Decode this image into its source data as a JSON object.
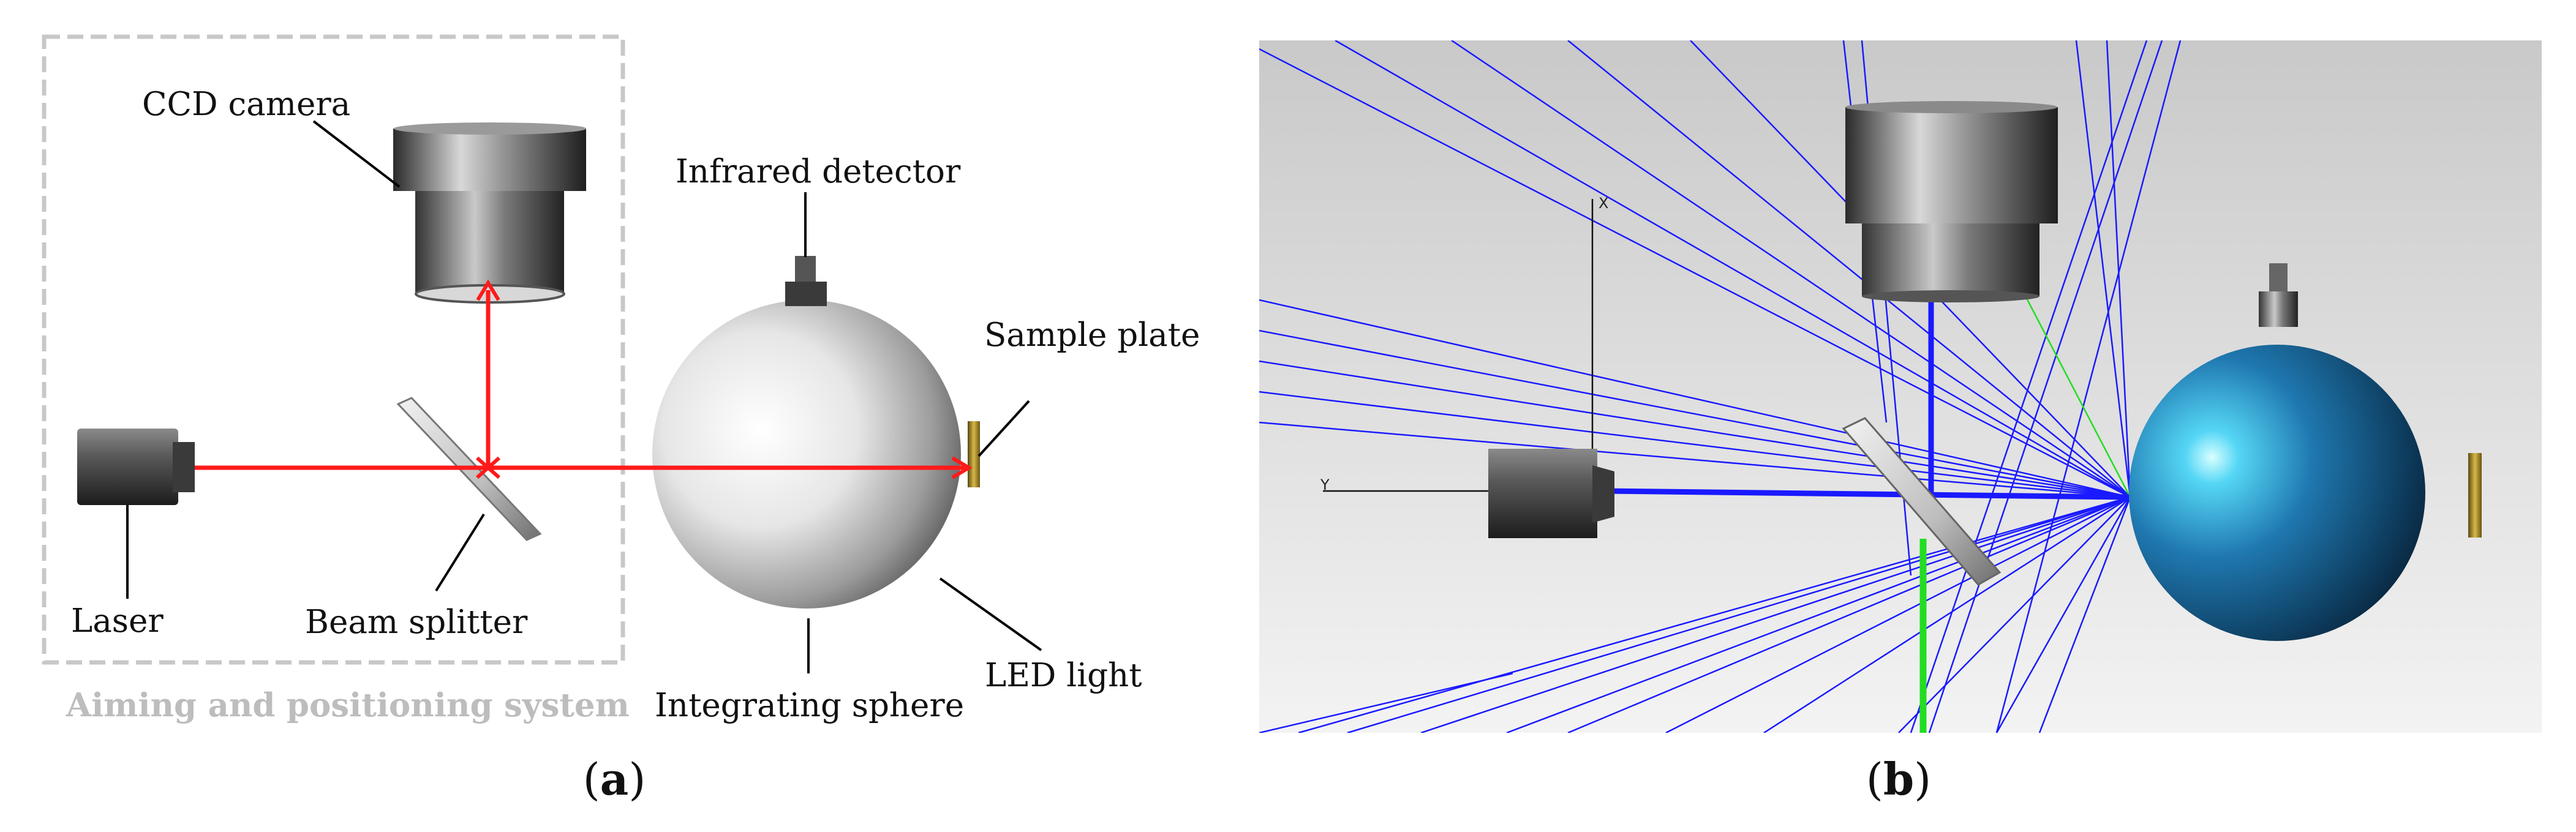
{
  "panel_a": {
    "labels": {
      "ccd_camera": "CCD camera",
      "infrared_detector": "Infrared detector",
      "sample_plate": "Sample plate",
      "laser": "Laser",
      "beam_splitter": "Beam splitter",
      "led_light": "LED light",
      "integrating_sphere": "Integrating sphere",
      "system_box": "Aiming and positioning system"
    },
    "caption_letter": "a"
  },
  "panel_b": {
    "axis_x_label": "X",
    "axis_y_label": "Y",
    "caption_letter": "b"
  },
  "caption_open": "(",
  "caption_close": ")",
  "colors": {
    "laser_beam": "#ff1a1a",
    "ray_blue": "#1a1aff",
    "ray_green": "#22dd22",
    "sphere_blue": "#1f78b0",
    "dashed_box": "#c8c8c8"
  }
}
